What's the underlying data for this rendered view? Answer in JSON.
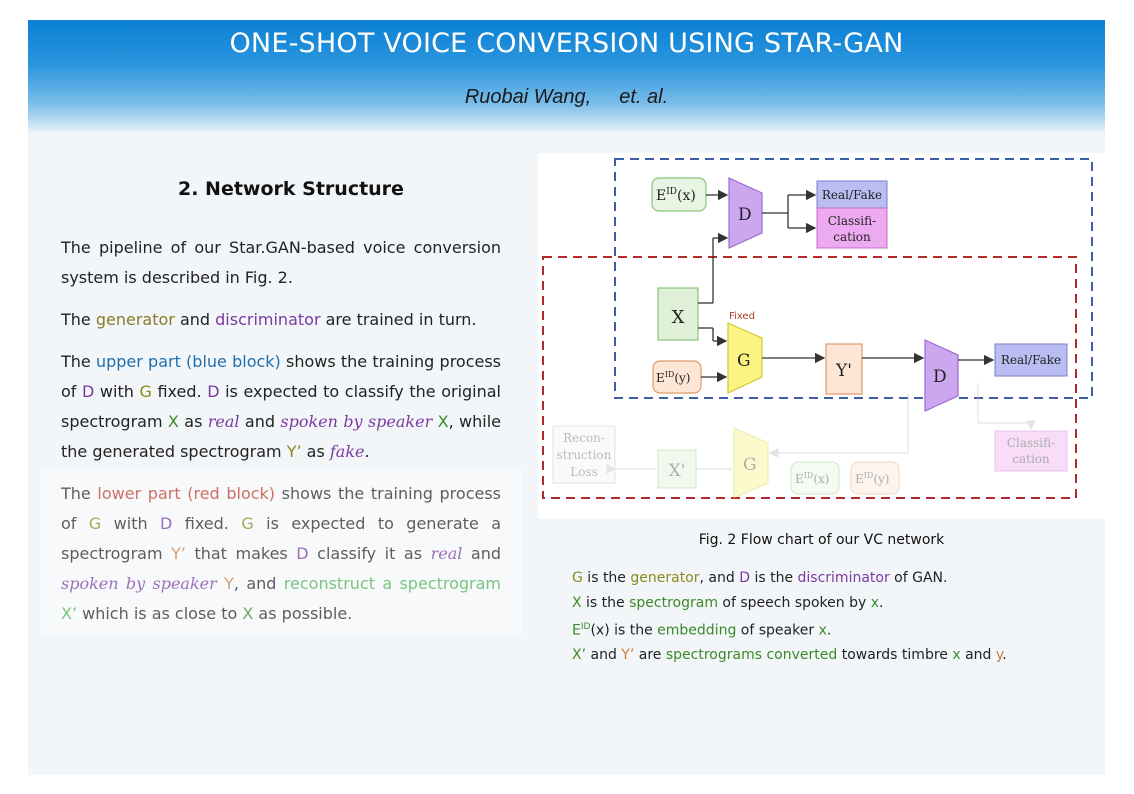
{
  "header": {
    "title": "ONE-SHOT VOICE CONVERSION USING STAR-GAN",
    "author": "Ruobai Wang,",
    "etal": "et. al."
  },
  "section": {
    "title": "2. Network Structure",
    "p1": "The pipeline of our Star.GAN-based voice conversion system is described in Fig. 2.",
    "p2": {
      "a": "The ",
      "generator": "generator",
      "b": " and ",
      "discriminator": "discriminator",
      "c": " are trained in turn."
    },
    "p3": {
      "a": "The ",
      "upper": "upper part (blue block)",
      "b": " shows the training process of ",
      "D1": "D",
      "c": " with ",
      "G1": "G",
      "d": " fixed. ",
      "D2": "D",
      "e": " is expected to classify the original spectrogram ",
      "X1": "X",
      "f": " as ",
      "real": "real",
      "g": " and ",
      "spoken": "spoken by speaker",
      "h": " ",
      "X2": "X",
      "i": ", while the generated spectrogram ",
      "Y1": "Y’",
      "j": " as ",
      "fake": "fake",
      "k": "."
    },
    "p4": {
      "a": "The ",
      "lower": "lower part (red block)",
      "b": " shows the training process of ",
      "G1": "G",
      "c": " with ",
      "D1": "D",
      "d": " fixed. ",
      "G2": "G",
      "e": " is expected to generate a spectrogram ",
      "Y1": "Y’",
      "f": " that makes ",
      "D2": "D",
      "g": " classify it as ",
      "real": "real",
      "h": " and ",
      "spoken": "spoken by speaker",
      "i": " ",
      "Y2": "Y",
      "j": ", and ",
      "recon": "reconstruct a spectrogram X’",
      "k": " which is as close to ",
      "X1": "X",
      "l": " as possible."
    }
  },
  "figure": {
    "edx": "E",
    "id_sup": "ID",
    "edx_arg": "(x)",
    "edy_arg": "(y)",
    "D": "D",
    "real_fake": "Real/Fake",
    "classification_1": "Classifi-",
    "classification_2": "cation",
    "X": "X",
    "fixed": "Fixed",
    "G": "G",
    "Yp": "Y'",
    "recon_1": "Recon-",
    "recon_2": "struction",
    "recon_3": "Loss",
    "Xp": "X'",
    "caption": "Fig. 2  Flow chart of our VC network"
  },
  "notes": {
    "l1": {
      "G": "G",
      "a": " is the ",
      "generator": "generator",
      "b": ", and ",
      "D": "D",
      "c": " is the ",
      "discriminator": "discriminator",
      "d": " of GAN."
    },
    "l2": {
      "X": "X",
      "a": " is the ",
      "spectrogram": "spectrogram",
      "b": " of speech spoken by ",
      "x": "x",
      "c": "."
    },
    "l3": {
      "E": "E",
      "sup": "ID",
      "a": "(x) is the ",
      "embedding": "embedding",
      "b": " of speaker ",
      "x": "x",
      "c": "."
    },
    "l4": {
      "Xp": "X’",
      "a": " and ",
      "Yp": "Y’",
      "b": " are ",
      "conv": "spectrograms converted",
      "c": " towards timbre ",
      "x": "x",
      "d": " and ",
      "y": "y",
      "e": "."
    }
  },
  "colors": {
    "header_blue": "#0a7fd3",
    "blue_block": "#3a5ea8",
    "red_block": "#b02a2a",
    "generator": "#8a7a2a",
    "discriminator": "#7a3aa0"
  }
}
